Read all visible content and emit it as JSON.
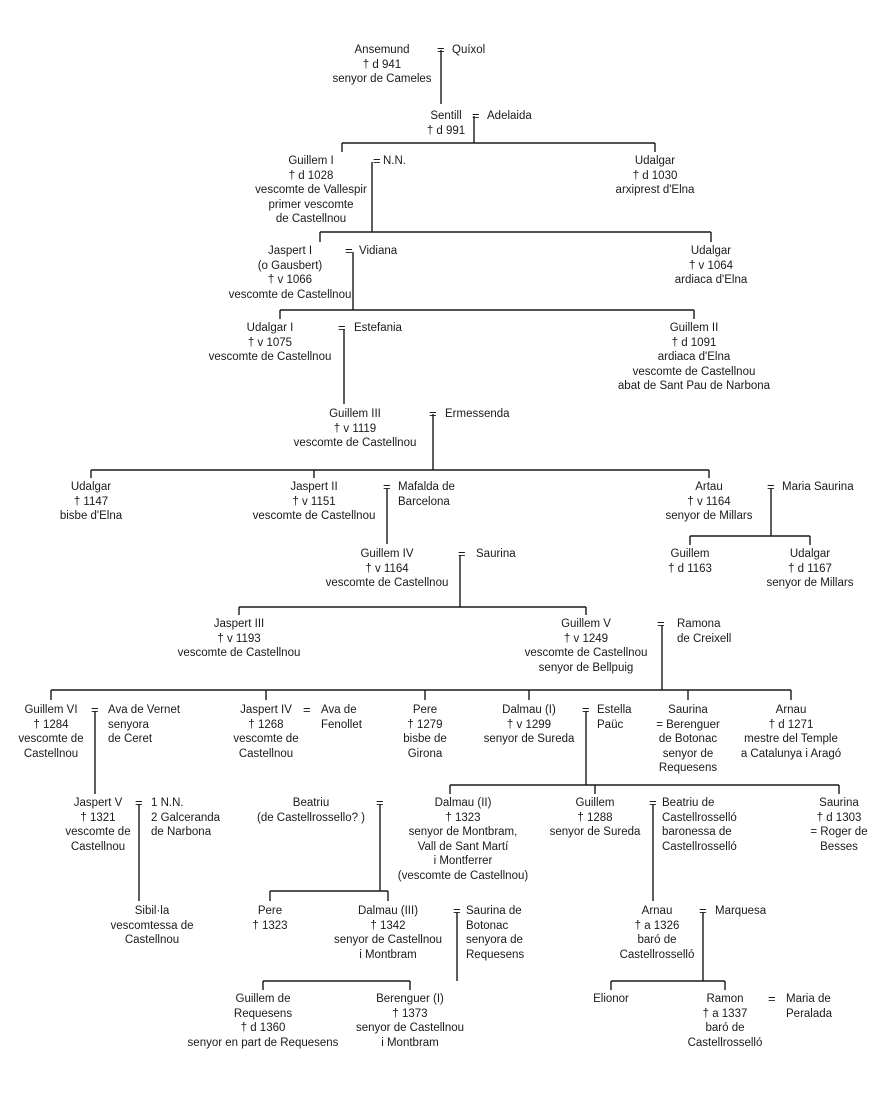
{
  "diagram": {
    "people": {
      "ansemund": [
        "Ansemund",
        "† d 941",
        "senyor de Cameles"
      ],
      "quixol": [
        "Quíxol"
      ],
      "sentill": [
        "Sentill",
        "† d 991"
      ],
      "adelaida": [
        "Adelaida"
      ],
      "guillem1": [
        "Guillem I",
        "† d 1028",
        "vescomte de Vallespir",
        "primer vescomte",
        "de Castellnou"
      ],
      "nn1": [
        "N.N."
      ],
      "udalgar_arx": [
        "Udalgar",
        "† d 1030",
        "arxiprest d'Elna"
      ],
      "jaspert1": [
        "Jaspert I",
        "(o Gausbert)",
        "† v 1066",
        "vescomte de Castellnou"
      ],
      "vidiana": [
        "Vidiana"
      ],
      "udalgar_ard": [
        "Udalgar",
        "† v 1064",
        "ardiaca d'Elna"
      ],
      "udalgar1": [
        "Udalgar I",
        "† v 1075",
        "vescomte de Castellnou"
      ],
      "estefania": [
        "Estefania"
      ],
      "guillem2": [
        "Guillem II",
        "† d 1091",
        "ardiaca d'Elna",
        "vescomte de Castellnou",
        "abat de Sant Pau de Narbona"
      ],
      "guillem3": [
        "Guillem III",
        "† v 1119",
        "vescomte de Castellnou"
      ],
      "ermessenda": [
        "Ermessenda"
      ],
      "udalgar_bisbe": [
        "Udalgar",
        "† 1147",
        "bisbe d'Elna"
      ],
      "jaspert2": [
        "Jaspert II",
        "† v 1151",
        "vescomte de Castellnou"
      ],
      "mafalda": [
        "Mafalda de",
        "Barcelona"
      ],
      "artau": [
        "Artau",
        "† v 1164",
        "senyor de Millars"
      ],
      "maria_saurina": [
        "Maria Saurina"
      ],
      "guillem4": [
        "Guillem IV",
        "† v 1164",
        "vescomte de Castellnou"
      ],
      "saurina1": [
        "Saurina"
      ],
      "guillem_1163": [
        "Guillem",
        "† d 1163"
      ],
      "udalgar_mill": [
        "Udalgar",
        "† d 1167",
        "senyor de Millars"
      ],
      "jaspert3": [
        "Jaspert III",
        "† v 1193",
        "vescomte de Castellnou"
      ],
      "guillem5": [
        "Guillem V",
        "† v 1249",
        "vescomte de Castellnou",
        "senyor de Bellpuig"
      ],
      "ramona": [
        "Ramona",
        "de Creixell"
      ],
      "guillem6": [
        "Guillem VI",
        "† 1284",
        "vescomte de",
        "Castellnou"
      ],
      "ava_vernet": [
        "Ava de Vernet",
        "senyora",
        "de Ceret"
      ],
      "jaspert4": [
        "Jaspert IV",
        "† 1268",
        "vescomte de",
        "Castellnou"
      ],
      "ava_fenollet": [
        "Ava de",
        "Fenollet"
      ],
      "pere1": [
        "Pere",
        "† 1279",
        "bisbe de",
        "Girona"
      ],
      "dalmau1": [
        "Dalmau (I)",
        "† v 1299",
        "senyor de Sureda"
      ],
      "estella": [
        "Estella",
        "Paüc"
      ],
      "saurina2": [
        "Saurina",
        "= Berenguer",
        "de Botonac",
        "senyor de",
        "Requesens"
      ],
      "arnau1": [
        "Arnau",
        "† d 1271",
        "mestre del Temple",
        "a Catalunya i Aragó"
      ],
      "jaspert5": [
        "Jaspert V",
        "† 1321",
        "vescomte de",
        "Castellnou"
      ],
      "nn2": [
        "1 N.N.",
        "2 Galceranda",
        "de Narbona"
      ],
      "beatriu1": [
        "Beatriu",
        "(de Castellrossello? )"
      ],
      "dalmau2": [
        "Dalmau (II)",
        "† 1323",
        "senyor de Montbram,",
        "Vall de Sant Martí",
        "i Montferrer",
        "(vescomte de Castellnou)"
      ],
      "guillem_1288": [
        "Guillem",
        "† 1288",
        "senyor de Sureda"
      ],
      "beatriu2": [
        "Beatriu de",
        "Castellrosselló",
        "baronessa de",
        "Castellrosselló"
      ],
      "saurina3": [
        "Saurina",
        "† d 1303",
        "= Roger de",
        "Besses"
      ],
      "sibilla": [
        "Sibil·la",
        "vescomtessa de",
        "Castellnou"
      ],
      "pere2": [
        "Pere",
        "† 1323"
      ],
      "dalmau3": [
        "Dalmau (III)",
        "† 1342",
        "senyor de Castellnou",
        "i Montbram"
      ],
      "saurina_bot": [
        "Saurina de",
        "Botonac",
        "senyora de",
        "Requesens"
      ],
      "arnau2": [
        "Arnau",
        "† a 1326",
        "baró de",
        "Castellrosselló"
      ],
      "marquesa": [
        "Marquesa"
      ],
      "guillem_req": [
        "Guillem de",
        "Requesens",
        "† d 1360",
        "senyor en part de Requesens"
      ],
      "berenguer1": [
        "Berenguer (I)",
        "† 1373",
        "senyor de Castellnou",
        "i Montbram"
      ],
      "elionor": [
        "Elionor"
      ],
      "ramon": [
        "Ramon",
        "† a 1337",
        "baró de",
        "Castellrosselló"
      ],
      "maria_peralada": [
        "Maria de",
        "Peralada"
      ]
    },
    "marriage_symbol": "="
  }
}
